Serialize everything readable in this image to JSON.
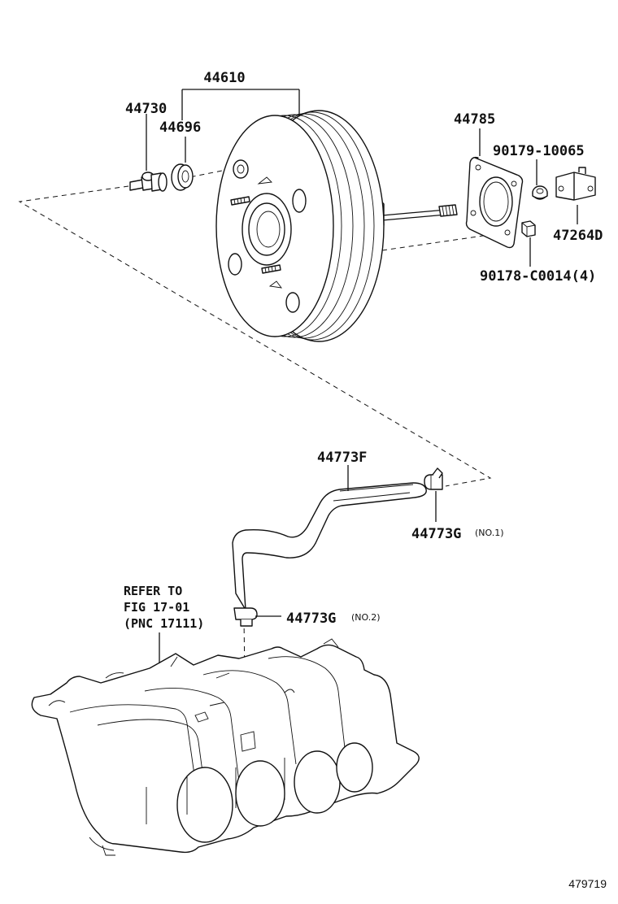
{
  "callouts": {
    "booster": "44610",
    "check_valve": "44730",
    "grommet": "44696",
    "gasket": "44785",
    "pin": "90179-10065",
    "clevis": "47264D",
    "nut": "90178-C0014(4)",
    "hose": "44773F",
    "clip_no1": "44773G",
    "clip_no1_note": "(NO.1)",
    "clip_no2": "44773G",
    "clip_no2_note": "(NO.2)"
  },
  "reference_note": {
    "line1": "REFER TO",
    "line2": "FIG 17-01",
    "line3": "(PNC 17111)"
  },
  "diagram_id": "479719"
}
